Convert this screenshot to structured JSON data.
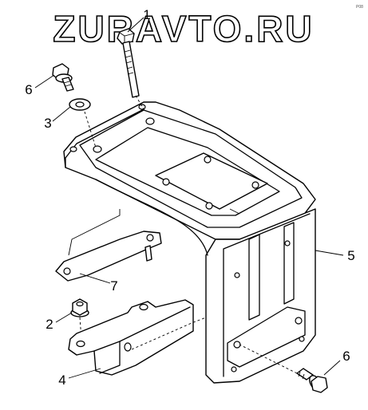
{
  "watermark": "ZURAVTO.RU",
  "corner_mark": "P08",
  "callouts": {
    "bolt_long": "1",
    "nut_flange": "2",
    "washer": "3",
    "bracket_lower": "4",
    "bracket_main": "5",
    "bolt_flange_upper": "6",
    "bolt_flange_lower": "6",
    "plate_link": "7"
  }
}
